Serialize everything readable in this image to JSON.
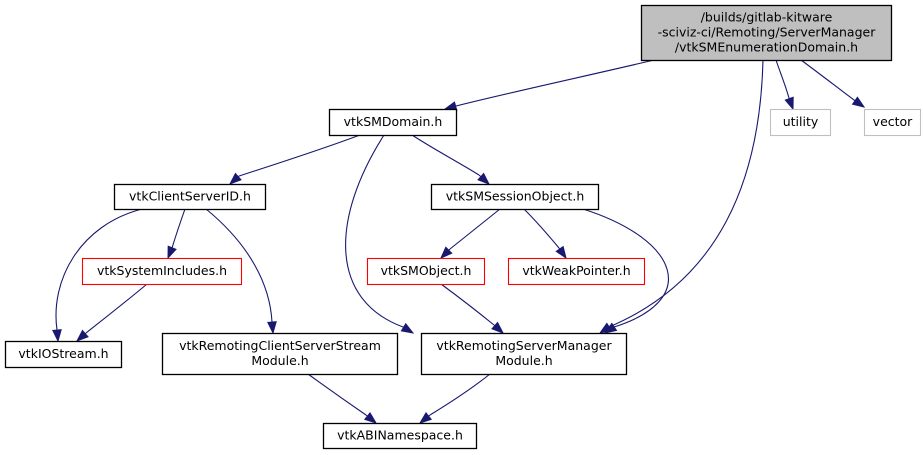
{
  "diagram": {
    "type": "include-dependency-graph",
    "colors": {
      "edge": "#191970",
      "root_fill": "#bfbfbf",
      "root_border": "#000000",
      "normal_border": "#000000",
      "truncated_border": "#ff0000",
      "external_border": "#bfbfbf"
    },
    "nodes": [
      {
        "id": "root",
        "lines": [
          "/builds/gitlab-kitware",
          "-sciviz-ci/Remoting/ServerManager",
          "/vtkSMEnumerationDomain.h"
        ],
        "kind": "root"
      },
      {
        "id": "smdomain",
        "lines": [
          "vtkSMDomain.h"
        ],
        "kind": "normal"
      },
      {
        "id": "utility",
        "lines": [
          "utility"
        ],
        "kind": "external"
      },
      {
        "id": "vector",
        "lines": [
          "vector"
        ],
        "kind": "external"
      },
      {
        "id": "clientserverid",
        "lines": [
          "vtkClientServerID.h"
        ],
        "kind": "normal"
      },
      {
        "id": "smsessionobject",
        "lines": [
          "vtkSMSessionObject.h"
        ],
        "kind": "normal"
      },
      {
        "id": "systemincludes",
        "lines": [
          "vtkSystemIncludes.h"
        ],
        "kind": "truncated"
      },
      {
        "id": "smobject",
        "lines": [
          "vtkSMObject.h"
        ],
        "kind": "truncated"
      },
      {
        "id": "weakpointer",
        "lines": [
          "vtkWeakPointer.h"
        ],
        "kind": "truncated"
      },
      {
        "id": "iostream",
        "lines": [
          "vtkIOStream.h"
        ],
        "kind": "normal"
      },
      {
        "id": "csstreammodule",
        "lines": [
          "vtkRemotingClientServerStream",
          "Module.h"
        ],
        "kind": "normal"
      },
      {
        "id": "smmodule",
        "lines": [
          "vtkRemotingServerManager",
          "Module.h"
        ],
        "kind": "normal"
      },
      {
        "id": "abinamespace",
        "lines": [
          "vtkABINamespace.h"
        ],
        "kind": "normal"
      }
    ],
    "edges": [
      {
        "from": "root",
        "to": "smdomain"
      },
      {
        "from": "root",
        "to": "smmodule"
      },
      {
        "from": "root",
        "to": "utility"
      },
      {
        "from": "root",
        "to": "vector"
      },
      {
        "from": "smdomain",
        "to": "clientserverid"
      },
      {
        "from": "smdomain",
        "to": "smmodule"
      },
      {
        "from": "smdomain",
        "to": "smsessionobject"
      },
      {
        "from": "clientserverid",
        "to": "iostream"
      },
      {
        "from": "clientserverid",
        "to": "systemincludes"
      },
      {
        "from": "clientserverid",
        "to": "csstreammodule"
      },
      {
        "from": "systemincludes",
        "to": "iostream"
      },
      {
        "from": "smsessionobject",
        "to": "smobject"
      },
      {
        "from": "smsessionobject",
        "to": "weakpointer"
      },
      {
        "from": "smsessionobject",
        "to": "smmodule"
      },
      {
        "from": "smobject",
        "to": "smmodule"
      },
      {
        "from": "csstreammodule",
        "to": "abinamespace"
      },
      {
        "from": "smmodule",
        "to": "abinamespace"
      }
    ]
  }
}
